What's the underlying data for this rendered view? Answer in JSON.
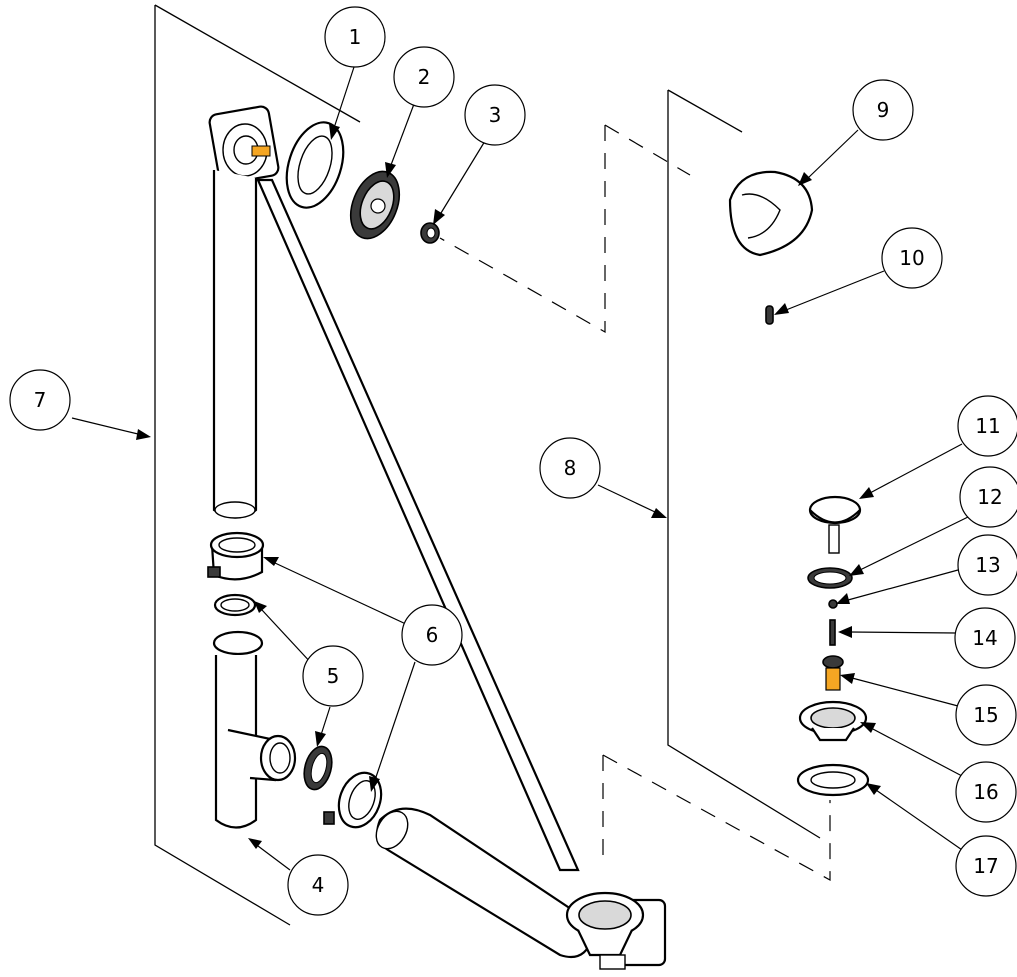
{
  "callouts": [
    {
      "id": "1",
      "label": "1"
    },
    {
      "id": "2",
      "label": "2"
    },
    {
      "id": "3",
      "label": "3"
    },
    {
      "id": "4",
      "label": "4"
    },
    {
      "id": "5a",
      "label": "5"
    },
    {
      "id": "5b",
      "label": "5"
    },
    {
      "id": "6",
      "label": "6"
    },
    {
      "id": "7",
      "label": "7"
    },
    {
      "id": "8",
      "label": "8"
    },
    {
      "id": "9",
      "label": "9"
    },
    {
      "id": "10",
      "label": "10"
    },
    {
      "id": "11",
      "label": "11"
    },
    {
      "id": "12",
      "label": "12"
    },
    {
      "id": "13",
      "label": "13"
    },
    {
      "id": "14",
      "label": "14"
    },
    {
      "id": "15",
      "label": "15"
    },
    {
      "id": "16",
      "label": "16"
    },
    {
      "id": "17",
      "label": "17"
    }
  ],
  "colors": {
    "line": "#000000",
    "background": "#ffffff",
    "highlight": "#f5a623"
  }
}
